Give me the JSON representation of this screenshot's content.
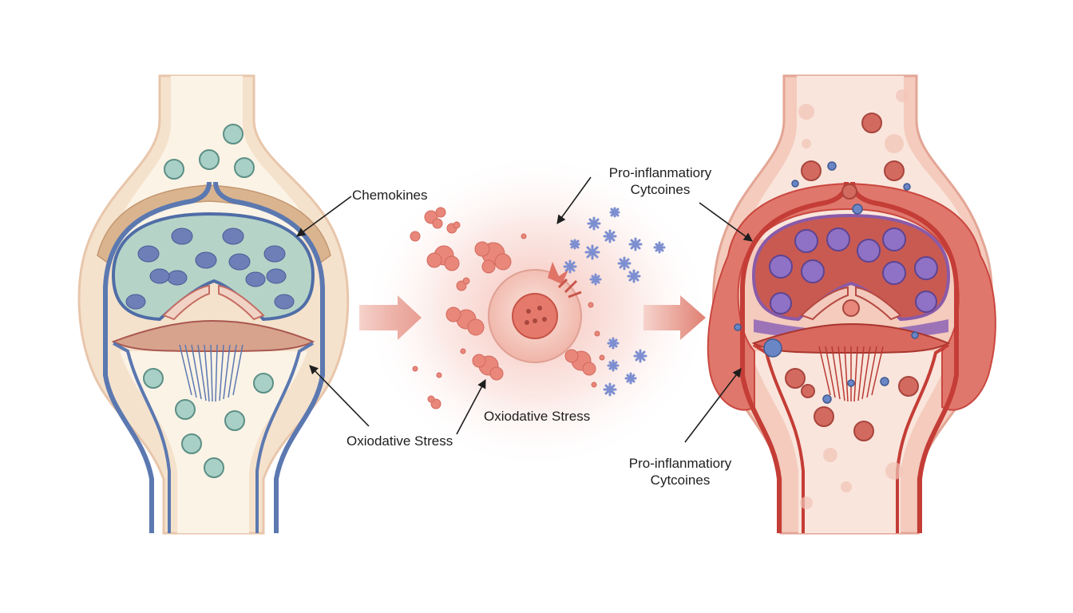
{
  "labels": {
    "chemokines": "Chemokines",
    "oxidative_stress_left": "Oxiodative Stress",
    "oxidative_stress_center": "Oxiodative Stress",
    "proinflammatory_top_line1": "Pro-inflanmatiory",
    "proinflammatory_top_line2": "Cytcoines",
    "proinflammatory_bottom_line1": "Pro-inflanmatiory",
    "proinflammatory_bottom_line2": "Cytcoines"
  },
  "colors": {
    "healthy_bone": "#f3dcc2",
    "healthy_cartilage": "#b9d6cc",
    "healthy_membrane": "#5b78b0",
    "inflamed_tissue": "#d96a63",
    "inflamed_capsule": "#c9473f",
    "burst_glow": "#f2b8b0",
    "arrow": "#e89a8e",
    "cytokine_star": "#7d8fd0"
  }
}
